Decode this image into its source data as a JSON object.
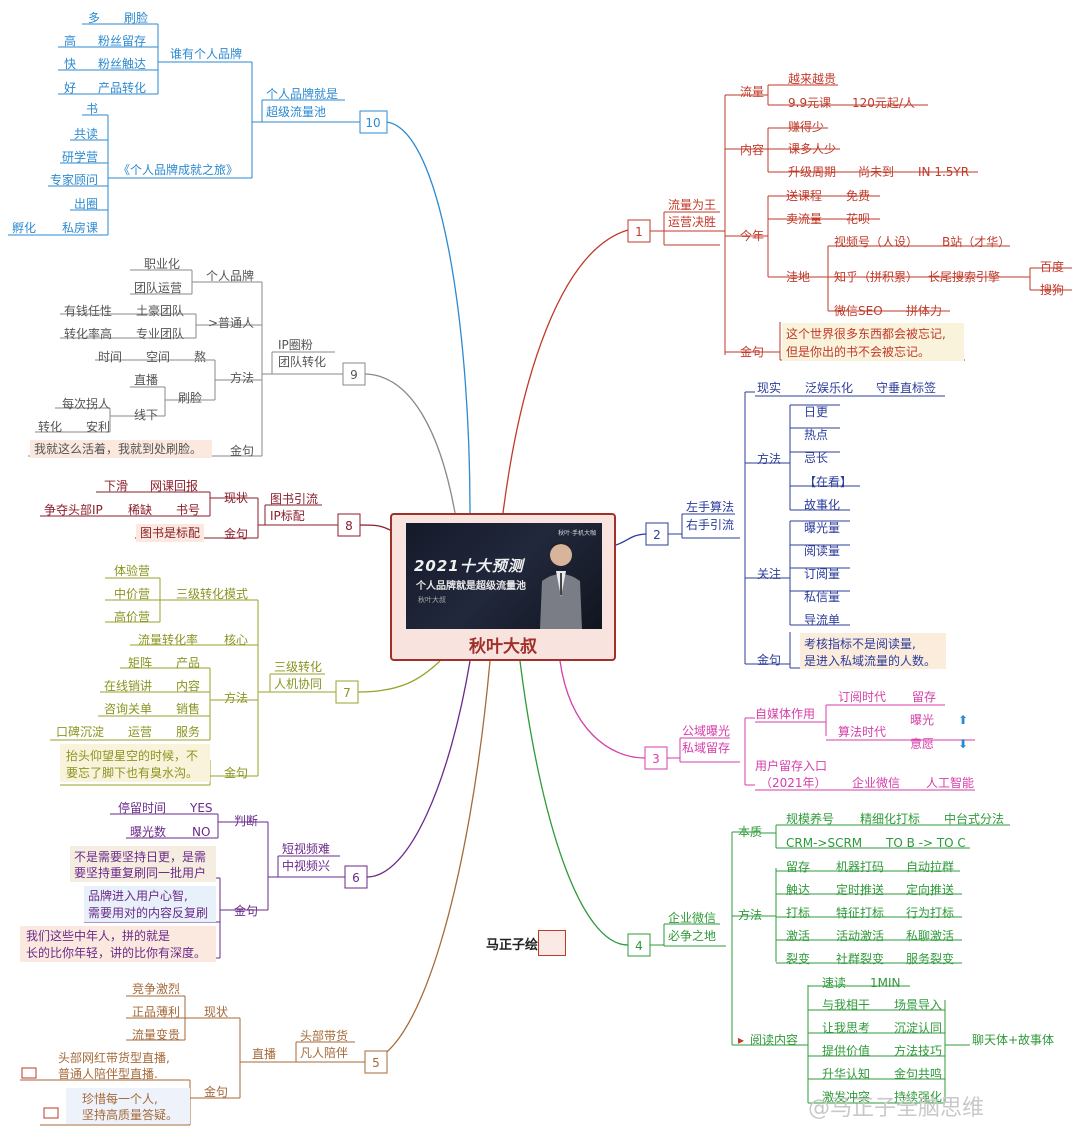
{
  "center": {
    "title": "秋叶大叔",
    "video_title": "2021十大预测",
    "video_subtitle": "个人品牌就是超级流量池",
    "video_name": "秋叶大叔",
    "video_brand": "秋叶·手机大咖"
  },
  "signature": "马正子绘",
  "watermark": "@马正子全脑思维",
  "colors": {
    "b1": "#c03a2a",
    "b2": "#2c3c9a",
    "b3": "#d63ea8",
    "b4": "#2f9a3a",
    "b5": "#a46a3a",
    "b6": "#6a2a8a",
    "b7": "#9aa22a",
    "b8": "#8a1e2a",
    "b9": "#8a8a8a",
    "b10": "#2c8ad0"
  },
  "branches": {
    "b1": {
      "num": "1",
      "title": [
        "流量为王",
        "运营决胜"
      ],
      "l1": "流量",
      "l1a": "越来越贵",
      "l1b": "9.9元课",
      "l1c": "120元起/人",
      "l2": "内容",
      "l2a": "赚得少",
      "l2b": "课多人少",
      "l2c": "升级周期",
      "l2d": "尚未到",
      "l2e": "IN 1.5YR",
      "l3": "今年",
      "l3a": "送课程",
      "l3b": "免费",
      "l3c": "卖流量",
      "l3d": "花呗",
      "l3e": "洼地",
      "l3f": "视频号（人设）",
      "l3g": "B站（才华）",
      "l3h": "知乎（拼积累）",
      "l3i": "长尾搜索引擎",
      "l3j": "百度",
      "l3k": "搜狗",
      "l3l": "微信SEO",
      "l3m": "拼体力",
      "l4": "金句",
      "l4a": "这个世界很多东西都会被忘记,",
      "l4b": "但是你出的书不会被忘记。"
    },
    "b2": {
      "num": "2",
      "title": [
        "左手算法",
        "右手引流"
      ],
      "l1": "现实",
      "l1a": "泛娱乐化",
      "l1b": "守垂直标签",
      "l2": "方法",
      "items2": [
        "日更",
        "热点",
        "忌长",
        "【在看】",
        "故事化"
      ],
      "l3": "关注",
      "items3": [
        "曝光量",
        "阅读量",
        "订阅量",
        "私信量",
        "导流单"
      ],
      "l4": "金句",
      "l4a": "考核指标不是阅读量,",
      "l4b": "是进入私域流量的人数。"
    },
    "b3": {
      "num": "3",
      "title": [
        "公域曝光",
        "私域留存"
      ],
      "l1": "自媒体作用",
      "l1a": "订阅时代",
      "l1b": "留存",
      "l1c": "算法时代",
      "l1d": "曝光",
      "l1e": "意愿",
      "l2a": "用户留存入口",
      "l2b": "（2021年）",
      "l2c": "企业微信",
      "l2d": "人工智能"
    },
    "b4": {
      "num": "4",
      "title": [
        "企业微信",
        "必争之地"
      ],
      "l1": "本质",
      "l1a": "规模养号",
      "l1b": "精细化打标",
      "l1c": "中台式分法",
      "l1d": "CRM->SCRM",
      "l1e": "TO B -> TO C",
      "l2": "方法",
      "rows": [
        [
          "留存",
          "机器打码",
          "自动拉群"
        ],
        [
          "触达",
          "定时推送",
          "定向推送"
        ],
        [
          "打标",
          "特征打标",
          "行为打标"
        ],
        [
          "激活",
          "活动激活",
          "私聊激活"
        ],
        [
          "裂变",
          "社群裂变",
          "服务裂变"
        ]
      ],
      "l3": "阅读内容",
      "l3a": "速读",
      "l3b": "1MIN",
      "rows3": [
        [
          "与我相干",
          "场景导入"
        ],
        [
          "让我思考",
          "沉淀认同"
        ],
        [
          "提供价值",
          "方法技巧"
        ],
        [
          "升华认知",
          "金句共鸣"
        ],
        [
          "激发冲突",
          "持续强化"
        ]
      ],
      "l3c": "聊天体+故事体"
    },
    "b5": {
      "num": "5",
      "title": [
        "头部带货",
        "凡人陪伴"
      ],
      "l1": "直播",
      "l2": "现状",
      "l2a": "竞争激烈",
      "l2b": "正品薄利",
      "l2c": "流量变贵",
      "l3": "金句",
      "l3a": "头部网红带货型直播,",
      "l3b": "普通人陪伴型直播.",
      "l3c": "珍惜每一个人,",
      "l3d": "坚持高质量答疑。"
    },
    "b6": {
      "num": "6",
      "title": [
        "短视频难",
        "中视频兴"
      ],
      "l1": "判断",
      "l1a": "停留时间",
      "l1b": "YES",
      "l1c": "曝光数",
      "l1d": "NO",
      "l2": "金句",
      "q1a": "不是需要坚持日更，是需",
      "q1b": "要坚持重复刷同一批用户",
      "q2a": "品牌进入用户心智,",
      "q2b": "需要用对的内容反复刷",
      "q3a": "我们这些中年人，拼的就是",
      "q3b": "长的比你年轻，讲的比你有深度。"
    },
    "b7": {
      "num": "7",
      "title": [
        "三级转化",
        "人机协同"
      ],
      "l1": "三级转化模式",
      "l1a": "体验营",
      "l1b": "中价营",
      "l1c": "高价营",
      "l2": "核心",
      "l2a": "流量转化率",
      "l3": "方法",
      "l3a": "产品",
      "l3b": "矩阵",
      "l3c": "内容",
      "l3d": "在线销讲",
      "l3e": "销售",
      "l3f": "咨询关单",
      "l3g": "服务",
      "l3h": "运营",
      "l3i": "口碑沉淀",
      "l4": "金句",
      "l4a": "抬头仰望星空的时候，不",
      "l4b": "要忘了脚下也有臭水沟。"
    },
    "b8": {
      "num": "8",
      "title": [
        "图书引流",
        "IP标配"
      ],
      "l1": "现状",
      "l1a": "网课回报",
      "l1b": "下滑",
      "l1c": "书号",
      "l1d": "稀缺",
      "l1e": "争夺头部IP",
      "l2": "金句",
      "l2a": "图书是标配"
    },
    "b9": {
      "num": "9",
      "title": [
        "IP圈粉",
        "团队转化"
      ],
      "l1": "个人品牌",
      "l1a": "职业化",
      "l1b": "团队运营",
      "l2": ">普通人",
      "l2a": "土豪团队",
      "l2b": "有钱任性",
      "l2c": "专业团队",
      "l2d": "转化率高",
      "l3": "方法",
      "l3a": "熬",
      "l3b": "空间",
      "l3c": "时间",
      "l3d": "刷脸",
      "l3e": "直播",
      "l3f": "线下",
      "l3g": "每次拐人",
      "l3h": "安利",
      "l3i": "转化",
      "l4": "金句",
      "l4a": "我就这么活着，我就到处刷脸。"
    },
    "b10": {
      "num": "10",
      "title": [
        "个人品牌就是",
        "超级流量池"
      ],
      "l1": "谁有个人品牌",
      "l1a": "刷脸",
      "l1b": "多",
      "l1c": "粉丝留存",
      "l1d": "高",
      "l1e": "粉丝触达",
      "l1f": "快",
      "l1g": "产品转化",
      "l1h": "好",
      "l2": "《个人品牌成就之旅》",
      "l2a": "书",
      "l2b": "共读",
      "l2c": "研学营",
      "l2d": "专家顾问",
      "l2e": "出圈",
      "l2f": "私房课",
      "l2g": "孵化"
    }
  }
}
